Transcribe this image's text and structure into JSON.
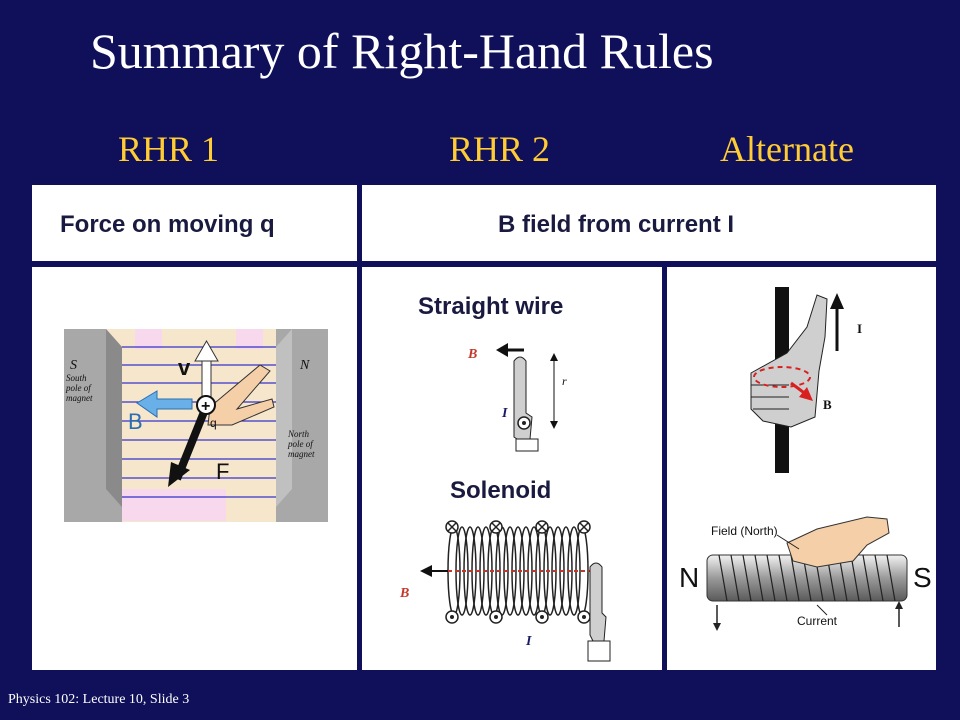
{
  "slide": {
    "title": "Summary of Right-Hand Rules",
    "columns": [
      "RHR 1",
      "RHR 2",
      "Alternate"
    ],
    "headers": {
      "force": "Force on moving q",
      "bfield": "B field from current I"
    },
    "subtitles": {
      "straight_wire": "Straight wire",
      "solenoid": "Solenoid"
    },
    "rhr1_diagram": {
      "south_pole_label": [
        "South",
        "pole of",
        "magnet"
      ],
      "north_pole_label": [
        "North",
        "pole of",
        "magnet"
      ],
      "s": "S",
      "n": "N",
      "v": "v",
      "b": "B",
      "q": "q",
      "f": "F"
    },
    "wire_diagram": {
      "b": "B",
      "i": "I",
      "r": "r"
    },
    "solenoid_diagram": {
      "b": "B",
      "i": "I"
    },
    "alt_wire_diagram": {
      "i": "I",
      "b": "B"
    },
    "alt_solenoid_diagram": {
      "field": "Field (North)",
      "current": "Current",
      "n": "N",
      "s": "S"
    },
    "footer": "Physics 102: Lecture 10, Slide 3",
    "colors": {
      "background": "#0f0f5a",
      "accent": "#ffcc33",
      "panel": "#ffffff"
    }
  }
}
